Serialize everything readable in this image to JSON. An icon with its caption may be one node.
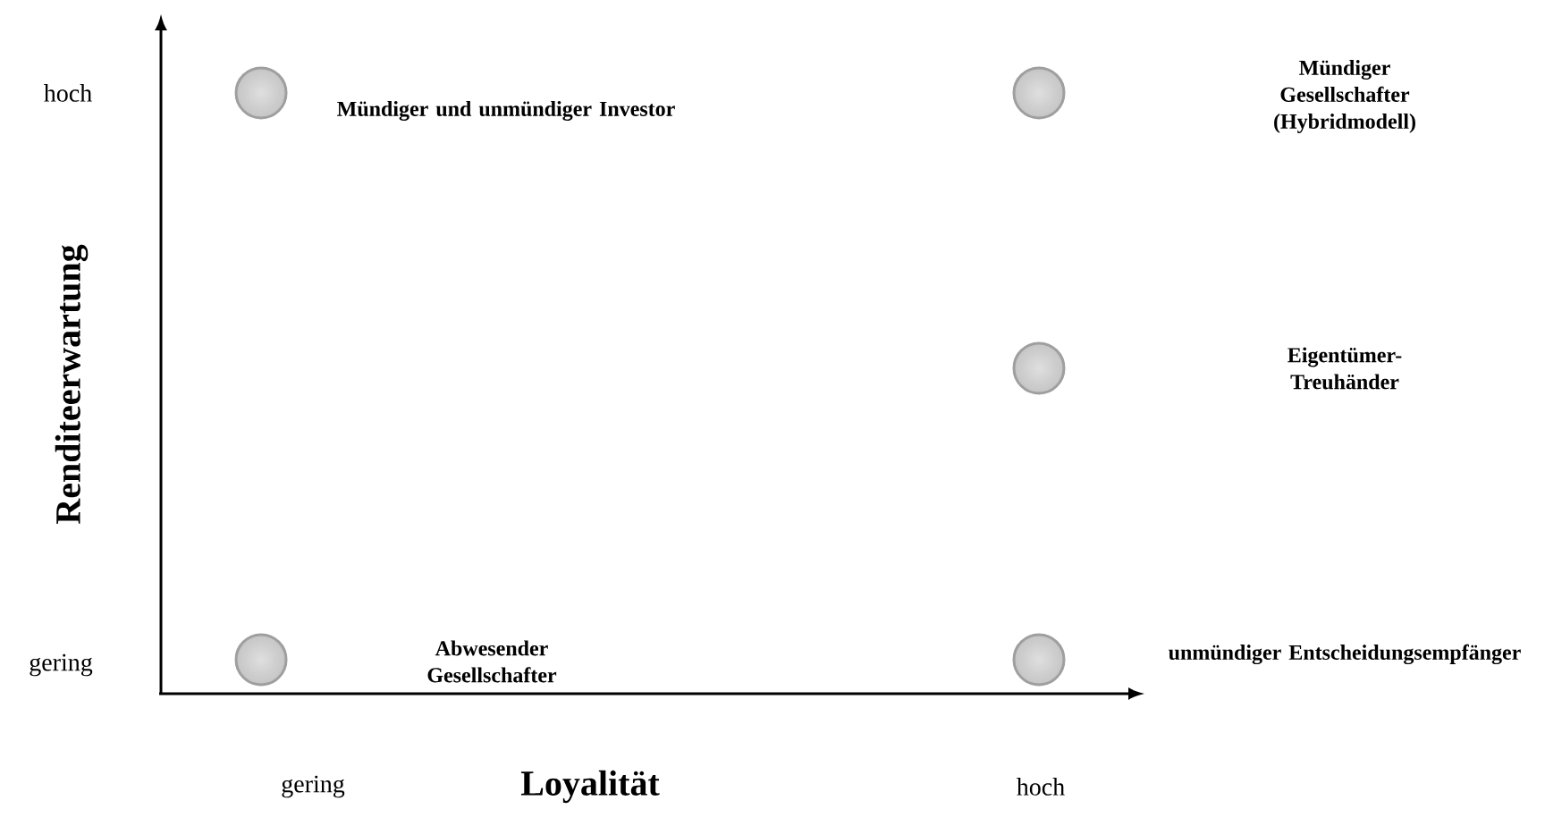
{
  "diagram": {
    "nodes": [
      {
        "text": [],
        "shape": "circle"
      },
      {
        "text": [],
        "shape": "circle"
      },
      {
        "text": [],
        "shape": "circle"
      },
      {
        "text": [],
        "shape": "circle"
      },
      {
        "text": [],
        "shape": "circle"
      }
    ],
    "edges": [],
    "labels": [
      "hoch",
      "Mündiger und unmündiger Investor",
      "Mündiger Gesellschafter (Hybridmodell)",
      "Renditeerwartung",
      "Eigentümer-Treuhänder",
      "gering",
      "Abwesender Gesellschafter",
      "unmündiger Entscheidungsempfänger",
      "gering",
      "Loyalität",
      "hoch"
    ]
  }
}
